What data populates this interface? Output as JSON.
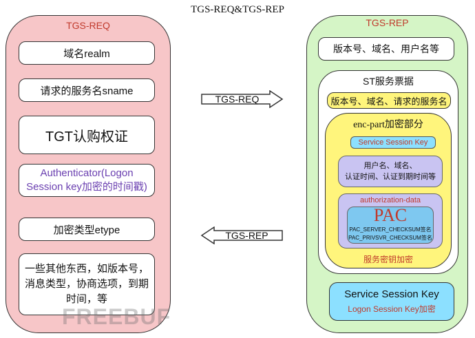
{
  "title": "TGS-REQ&TGS-REP",
  "req": {
    "header": "TGS-REQ",
    "realm": "域名realm",
    "sname": "请求的服务名sname",
    "tgt": "TGT认购权证",
    "auth_line1": "Authenticator(Logon",
    "auth_line2": "Session key加密的时间戳)",
    "etype": "加密类型etype",
    "other_line1": "一些其他东西，如版本号，",
    "other_line2": "消息类型，协商选项，到期",
    "other_line3": "时间，等"
  },
  "arrows": {
    "req": "TGS-REQ",
    "rep": "TGS-REP"
  },
  "rep": {
    "header": "TGS-REP",
    "version": "版本号、域名、用户名等",
    "st_title": "ST服务票据",
    "st_version": "版本号、域名、请求的服务名",
    "enc_part": "enc-part加密部分",
    "service_session_key_small": "Service Session Key",
    "user_line1": "用户名、域名、",
    "user_line2": "认证时间、认证到期时间等",
    "authz": "authorization-data",
    "pac": "PAC",
    "pac_server": "PAC_SERVER_CHECKSUM签名",
    "pac_privsvr": "PAC_PRIVSVR_CHECKSUM签名",
    "service_key_enc": "服务密钥加密",
    "service_session_key": "Service Session Key",
    "logon_session_enc": "Logon Session Key加密"
  },
  "watermark": "FREEBUF",
  "colors": {
    "req_bg": "#f7c6c8",
    "rep_bg": "#d5f5c6",
    "yellow": "#fff57c",
    "cyan": "#8ce0ff",
    "lavender": "#c9c4f2",
    "red_text": "#c0392b",
    "purple_text": "#6a3fb0"
  }
}
